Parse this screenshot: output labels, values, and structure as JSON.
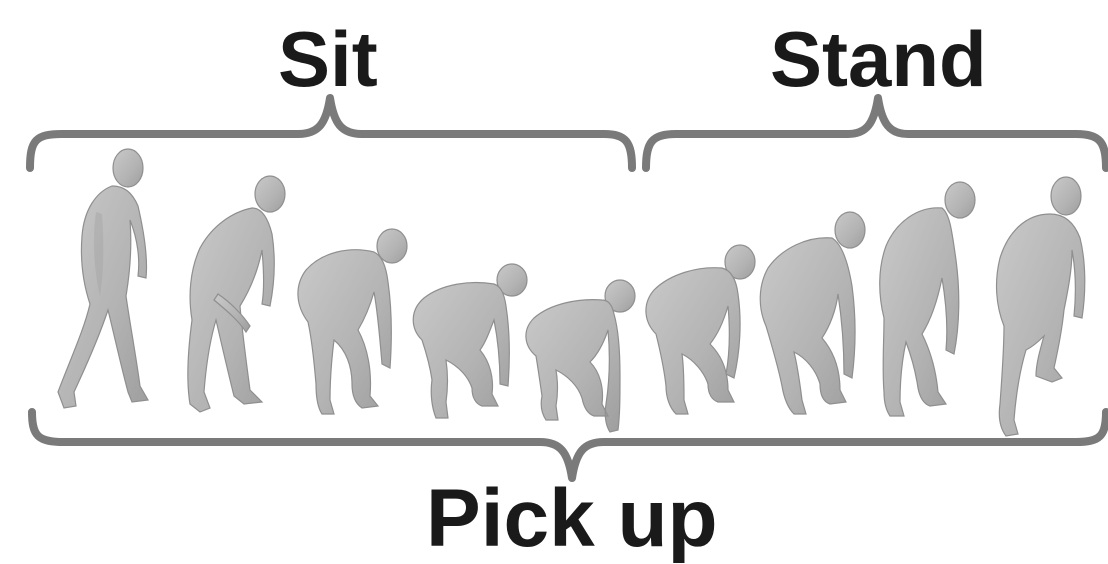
{
  "labels": {
    "sit": "Sit",
    "stand": "Stand",
    "pick_up": "Pick up"
  },
  "figures": [
    {
      "pose": "standing-walking"
    },
    {
      "pose": "leaning-forward"
    },
    {
      "pose": "bending-knees"
    },
    {
      "pose": "crouching"
    },
    {
      "pose": "deep-crouch-reaching"
    },
    {
      "pose": "crouching-rising"
    },
    {
      "pose": "half-squat"
    },
    {
      "pose": "rising"
    },
    {
      "pose": "standing-leaning"
    }
  ],
  "colors": {
    "brace": "#7a7a7a",
    "figure": "#b8b8b8",
    "text": "#1a1a1a"
  }
}
